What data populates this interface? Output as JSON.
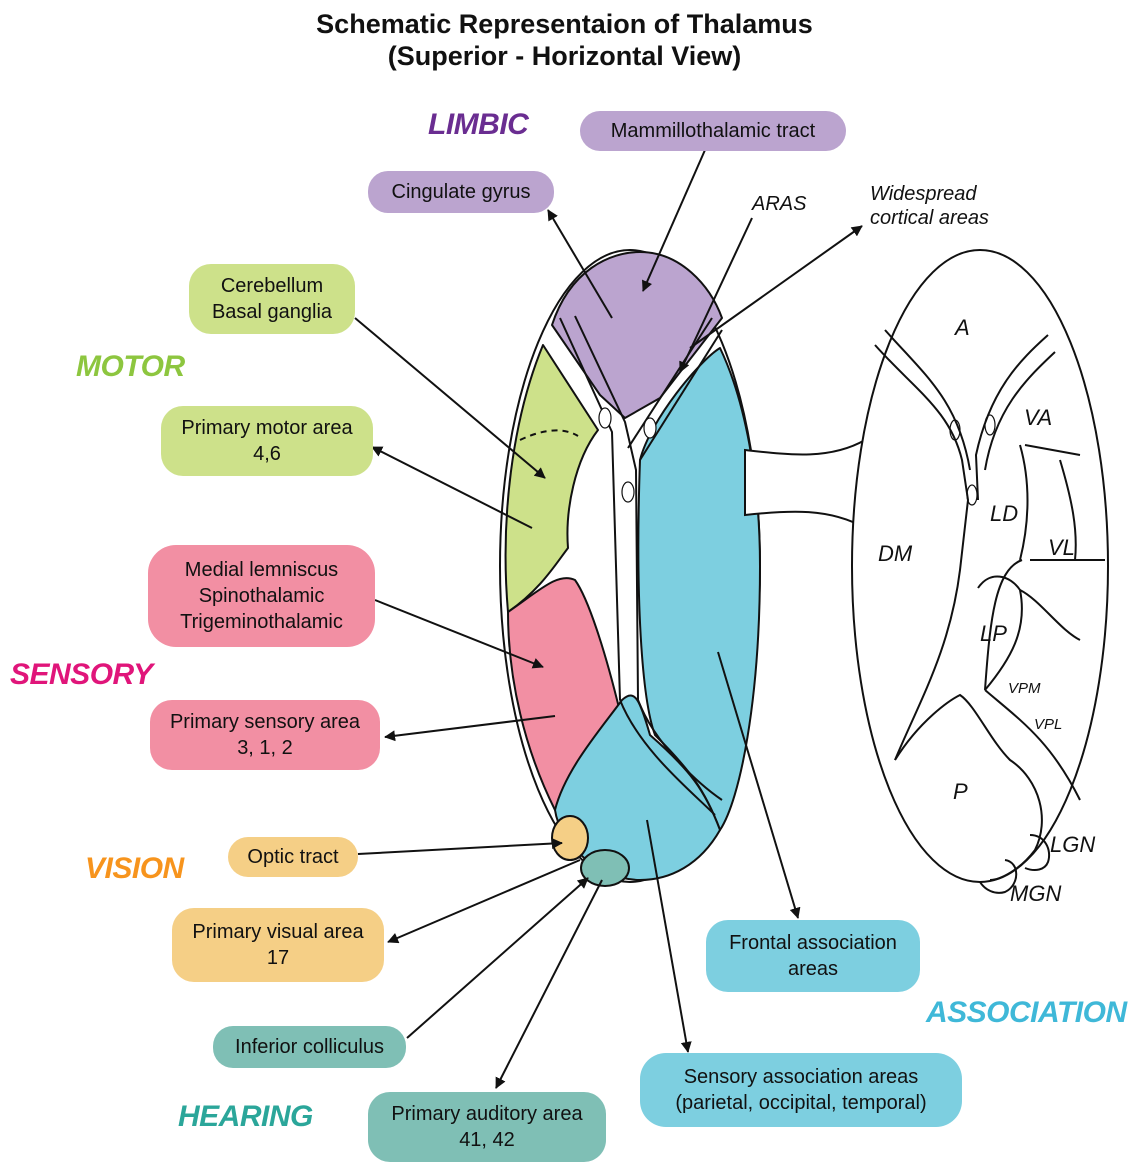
{
  "title": {
    "line1": "Schematic Representaion of Thalamus",
    "line2": "(Superior - Horizontal View)"
  },
  "categories": {
    "limbic": "LIMBIC",
    "motor": "MOTOR",
    "sensory": "SENSORY",
    "vision": "VISION",
    "hearing": "HEARING",
    "association": "ASSOCIATION"
  },
  "colors": {
    "limbic": "#bba4cf",
    "limbic_text": "#6a2d91",
    "motor": "#cde18a",
    "motor_text": "#8dc63f",
    "sensory": "#f28fa3",
    "sensory_text": "#e0157a",
    "vision": "#f5cf86",
    "vision_text": "#f7941d",
    "hearing": "#7fbfb5",
    "hearing_text": "#2ba69a",
    "association": "#7dcfe0",
    "association_text": "#3fb8d8"
  },
  "boxes": {
    "mammillothalamic": "Mammillothalamic tract",
    "cingulate": "Cingulate gyrus",
    "cerebellum": [
      "Cerebellum",
      "Basal ganglia"
    ],
    "primary_motor": [
      "Primary motor area",
      "4,6"
    ],
    "medial_lemniscus": [
      "Medial lemniscus",
      "Spinothalamic",
      "Trigeminothalamic"
    ],
    "primary_sensory": [
      "Primary sensory area",
      "3, 1, 2"
    ],
    "optic_tract": "Optic tract",
    "primary_visual": [
      "Primary visual area",
      "17"
    ],
    "inferior_colliculus": "Inferior colliculus",
    "primary_auditory": [
      "Primary auditory area",
      "41, 42"
    ],
    "frontal_association": [
      "Frontal association",
      "areas"
    ],
    "sensory_association": [
      "Sensory association areas",
      "(parietal, occipital, temporal)"
    ]
  },
  "labels": {
    "aras": "ARAS",
    "widespread": [
      "Widespread",
      "cortical areas"
    ]
  },
  "nuclei": {
    "A": "A",
    "VA": "VA",
    "LD": "LD",
    "VL": "VL",
    "DM": "DM",
    "LP": "LP",
    "VPM": "VPM",
    "VPL": "VPL",
    "P": "P",
    "LGN": "LGN",
    "MGN": "MGN"
  }
}
